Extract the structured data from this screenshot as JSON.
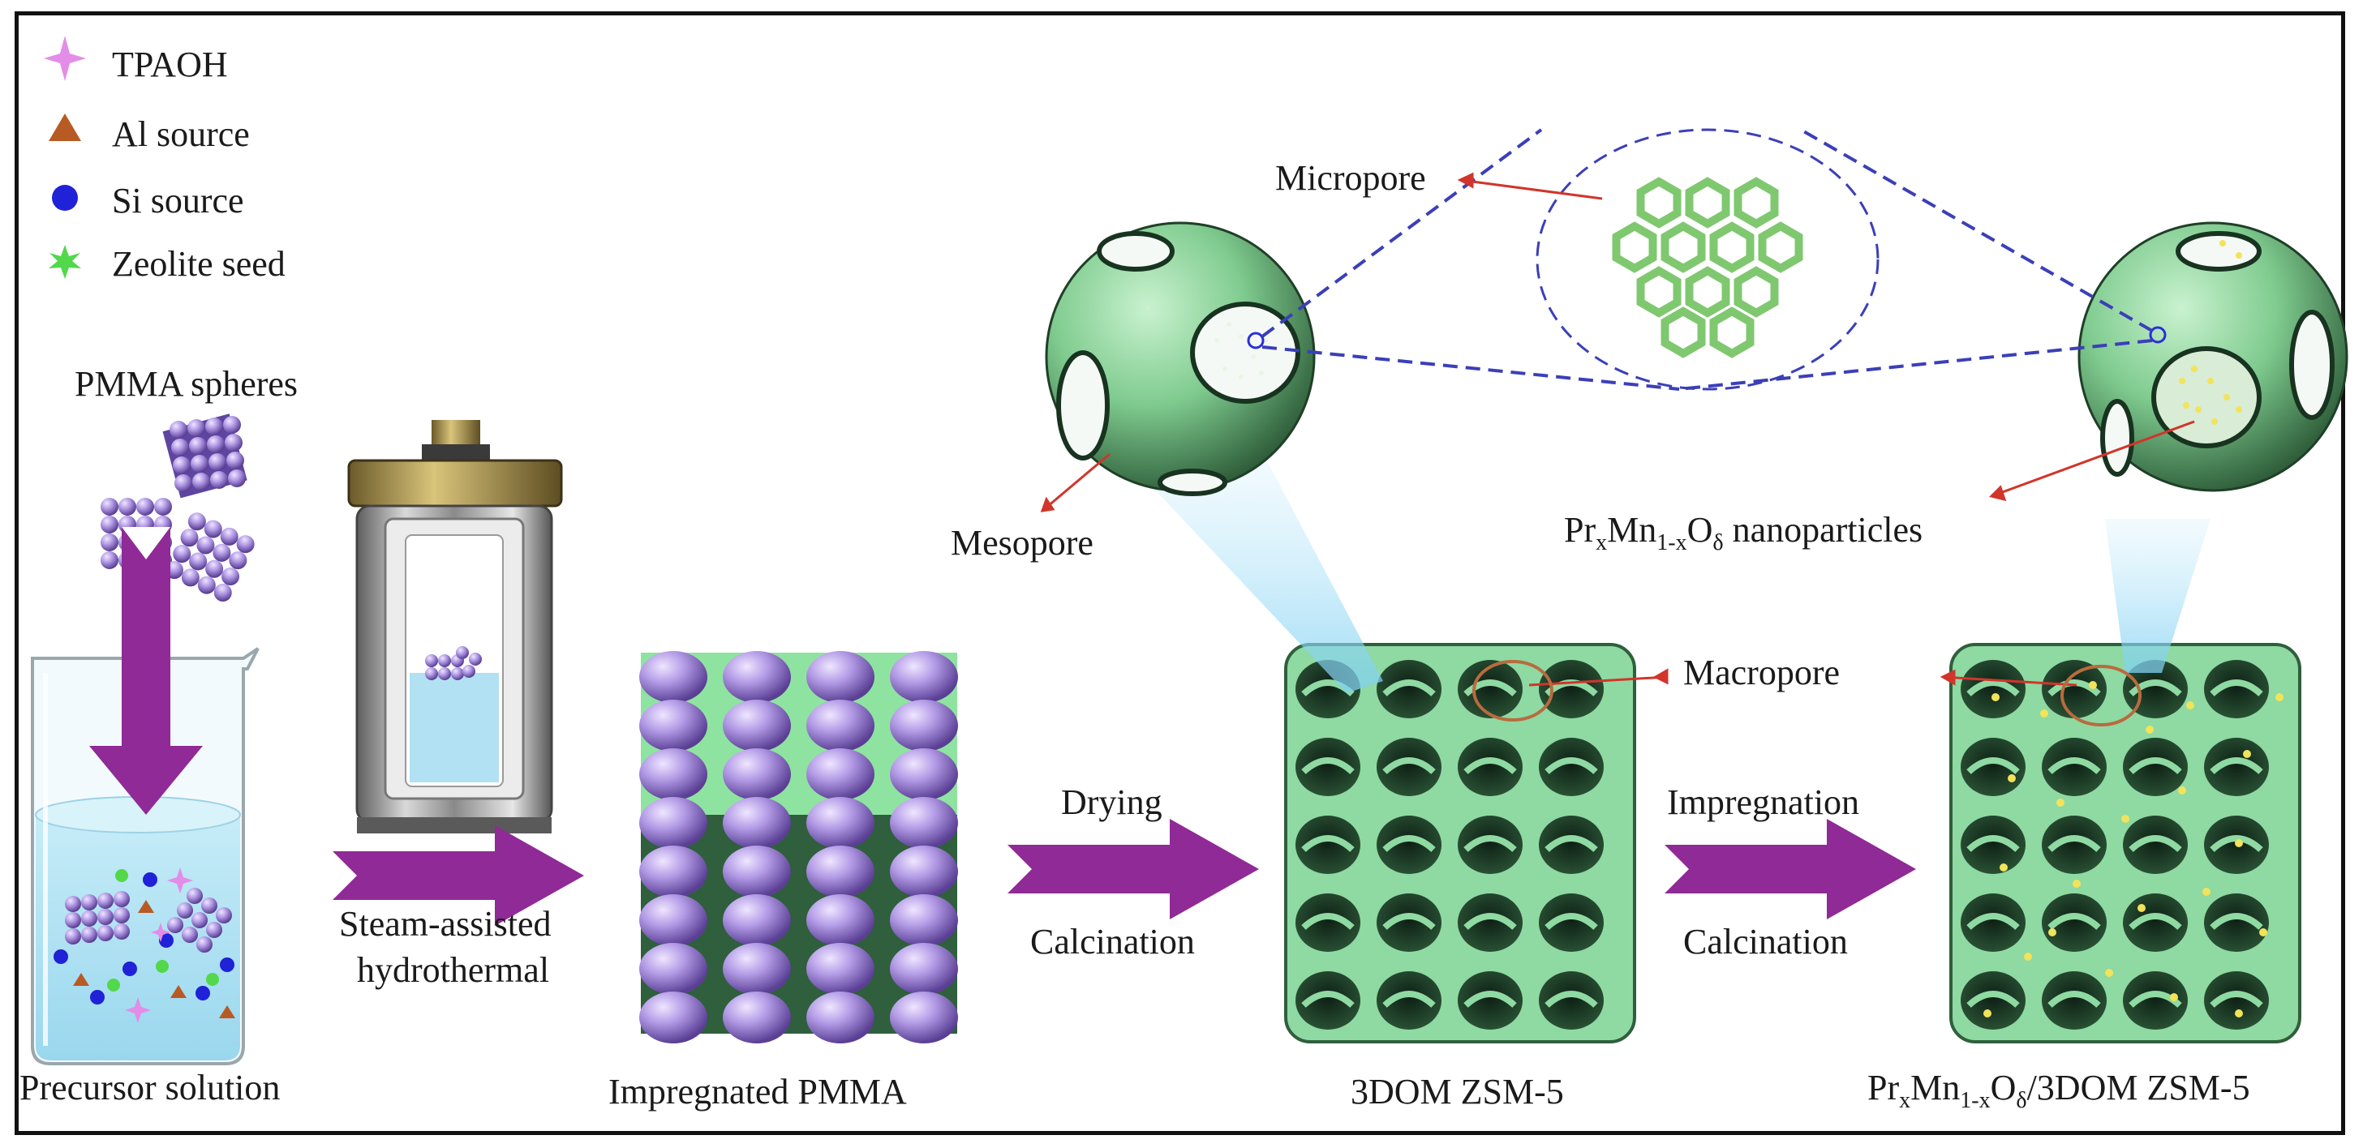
{
  "legend": {
    "tpaoh": "TPAOH",
    "al": "Al source",
    "si": "Si source",
    "seed": "Zeolite seed"
  },
  "labels": {
    "pmma_spheres": "PMMA spheres",
    "precursor": "Precursor solution",
    "steam_line1": "Steam-assisted",
    "steam_line2": "hydrothermal",
    "impregnated_pmma": "Impregnated PMMA",
    "drying": "Drying",
    "calcination1": "Calcination",
    "zsm5": "3DOM ZSM-5",
    "impregnation": "Impregnation",
    "calcination2": "Calcination",
    "micropore": "Micropore",
    "mesopore": "Mesopore",
    "macropore": "Macropore"
  },
  "nanoparticles": {
    "pr": "Pr",
    "x": "x",
    "mn": "Mn",
    "one_minus_x": "1-x",
    "o": "O",
    "delta": "δ",
    "suffix": " nanoparticles"
  },
  "product": {
    "pr": "Pr",
    "x": "x",
    "mn": "Mn",
    "one_minus_x": "1-x",
    "o": "O",
    "delta": "δ",
    "suffix": "/3DOM ZSM-5"
  },
  "colors": {
    "arrow_purple": "#8f2a96",
    "zeolite_green": "#8fd9a2",
    "zeolite_dark": "#2f5f3c",
    "pmma_lavender": "#b39be6",
    "dash_blue": "#3b3fb8",
    "pointer_red": "#d1352b",
    "tpaoh_pink": "#e38ce8",
    "al_brown": "#b85a24",
    "si_blue": "#1f22d6",
    "seed_green": "#52d84a"
  }
}
